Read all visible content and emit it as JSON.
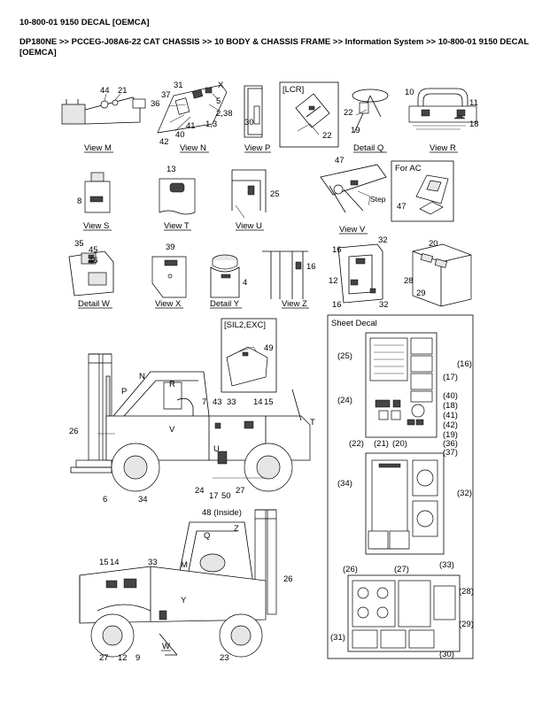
{
  "header": {
    "title": "10-800-01 9150 DECAL [OEMCA]",
    "breadcrumb": "DP180NE >> PCCEG-J08A6-22 CAT CHASSIS >> 10 BODY & CHASSIS FRAME >> Information System >> 10-800-01 9150 DECAL [OEMCA]"
  },
  "views": {
    "m": "View M",
    "n": "View N",
    "p": "View P",
    "q": "Detail Q",
    "r": "View R",
    "s": "View S",
    "t": "View T",
    "u": "View U",
    "v": "View V",
    "w": "Detail W",
    "x": "View X",
    "y": "Detail Y",
    "z": "View Z"
  },
  "tags": {
    "lcr": "[LCR]",
    "for_ac": "For AC",
    "step": "Step",
    "sil": "[SIL2,EXC]",
    "sheet": "Sheet Decal",
    "inside": "48 (Inside)"
  },
  "callouts": {
    "n1": "1",
    "n1_3": "1,3",
    "n2_38": "2,38",
    "n4": "4",
    "n5": "5",
    "n6": "6",
    "n7": "7",
    "n8": "8",
    "n9": "9",
    "n10": "10",
    "n11": "11",
    "n12": "12",
    "n12b": "12",
    "n13": "13",
    "n14": "14",
    "n14b": "14",
    "n15": "15",
    "n15b": "15",
    "n16": "16",
    "n16b": "16",
    "n16c": "16",
    "n17": "17",
    "n18": "18",
    "n19": "19",
    "n20": "20",
    "n21": "21",
    "n22": "22",
    "n22b": "22",
    "n23": "23",
    "n24": "24",
    "n25": "25",
    "n26": "26",
    "n26b": "26",
    "n27": "27",
    "n27b": "27",
    "n28": "28",
    "n29": "29",
    "n30": "30",
    "n31": "31",
    "n32": "32",
    "n32b": "32",
    "n33": "33",
    "n33b": "33",
    "n34": "34",
    "n35": "35",
    "n36": "36",
    "n37": "37",
    "n39": "39",
    "n40": "40",
    "n41": "41",
    "n42": "42",
    "n43": "43",
    "n44": "44",
    "n45": "45",
    "n46": "46",
    "n47": "47",
    "n47b": "47",
    "n49": "49",
    "n50": "50"
  },
  "letters": {
    "x": "X",
    "p": "P",
    "n": "N",
    "r": "R",
    "v": "V",
    "t": "T",
    "u": "U",
    "z": "Z",
    "q": "Q",
    "m": "M",
    "y": "Y",
    "w": "W"
  },
  "sheet_callouts": {
    "c25": "(25)",
    "c16": "(16)",
    "c17": "(17)",
    "c40": "(40)",
    "c24": "(24)",
    "c18": "(18)",
    "c41": "(41)",
    "c42": "(42)",
    "c19": "(19)",
    "c36": "(36)",
    "c37": "(37)",
    "c22": "(22)",
    "c21": "(21)",
    "c20": "(20)",
    "c34": "(34)",
    "c32": "(32)",
    "c33": "(33)",
    "c26": "(26)",
    "c27": "(27)",
    "c28": "(28)",
    "c29": "(29)",
    "c31": "(31)",
    "c30": "(30)"
  }
}
